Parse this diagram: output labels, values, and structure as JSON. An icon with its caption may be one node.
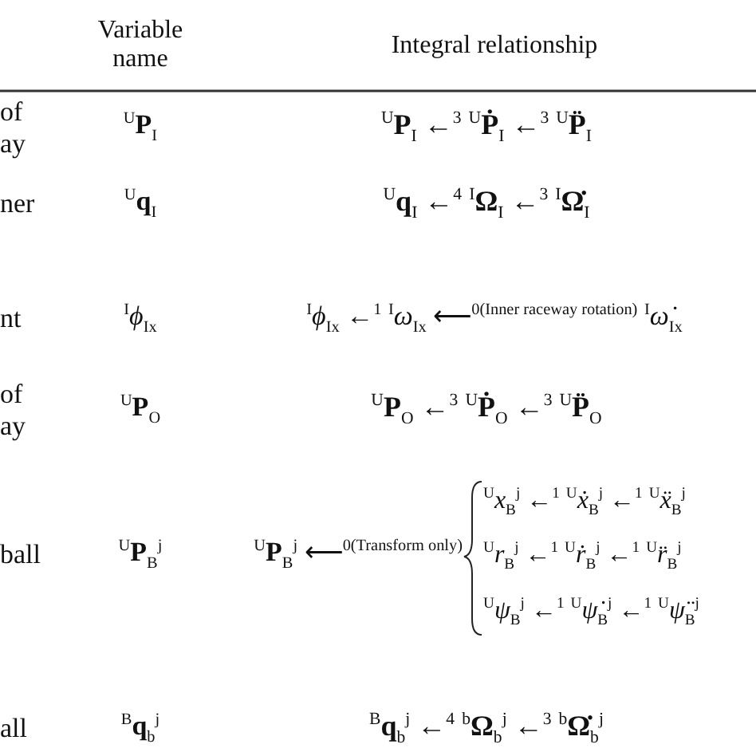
{
  "diagram": {
    "labels": [
      "Variable name",
      "Integral relationship",
      "of ay",
      "$^{U}$**P**$_{I}$",
      "$^{U}$**P**$_{I}$ ←$^{3}$ $^{U}$**Ṗ**$_{I}$ ←$^{3}$ $^{U}$**P̈**$_{I}$",
      "ner",
      "$^{U}$**q**$_{I}$",
      "$^{U}$**q**$_{I}$ ←$^{4}$ $^{I}$**Ω**$_{I}$ ←$^{3}$ $^{I}$**Ω̇**$_{I}$",
      "nt",
      "$^{I}$*ϕ*$_{Ix}$",
      "$^{I}$*ϕ*$_{Ix}$ ←$^{1}$ $^{I}$*ω*$_{Ix}$ ⟵$^{0(Inner raceway rotation)}$ $^{I}$*ω̇*$_{Ix}$",
      "of ay",
      "$^{U}$**P**$_{O}$",
      "$^{U}$**P**$_{O}$ ←$^{3}$ $^{U}$**Ṗ**$_{O}$ ←$^{3}$ $^{U}$**P̈**$_{O}$",
      "ball",
      "$^{U}$**P**$_{B}$$^{j}$",
      "$^{U}$**P**$_{B}$$^{j}$ ⟵$^{0(Transform only)}$",
      "$^{U}$*x*$_{B}$$^{j}$ ←$^{1}$ $^{U}$*ẋ*$_{B}$$^{j}$ ←$^{1}$ $^{U}$*ẍ*$_{B}$$^{j}$",
      "$^{U}$*r*$_{B}$$^{j}$ ←$^{1}$ $^{U}$*ṙ*$_{B}$$^{j}$ ←$^{1}$ $^{U}$*r̈*$_{B}$$^{j}$",
      "$^{U}$*ψ*$_{B}$$^{j}$ ←$^{1}$ $^{U}$*ψ̇*$_{B}$$^{j}$ ←$^{1}$ $^{U}$*ψ̈*$_{B}$$^{j}$",
      "all",
      "$^{B}$**q**$_{b}$$^{j}$",
      "$^{B}$**q**$_{b}$$^{j}$ ←$^{4}$ $^{b}$**Ω**$_{b}$$^{j}$ ←$^{3}$ $^{b}$**Ω̇**$_{b}$$^{j}$"
    ]
  }
}
